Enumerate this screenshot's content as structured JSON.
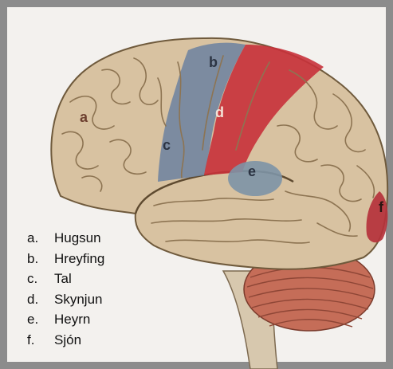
{
  "figure": {
    "region_labels": [
      {
        "letter": "a",
        "color": "#6d3f2f"
      },
      {
        "letter": "b",
        "color": "#2b3342"
      },
      {
        "letter": "c",
        "color": "#2b3342"
      },
      {
        "letter": "d",
        "color": "#f3e3d8"
      },
      {
        "letter": "e",
        "color": "#2b3342"
      },
      {
        "letter": "f",
        "color": "#2a1510"
      }
    ],
    "colors": {
      "brain": "#d8c2a1",
      "motor_band": "#7487a0",
      "sensory_band": "#c8313a",
      "hearing_area": "#7d93a6",
      "vision_area": "#b5323b",
      "cerebellum": "#c56d58",
      "brainstem": "#d7c8ae"
    }
  },
  "legend": [
    {
      "letter": "a.",
      "label": "Hugsun"
    },
    {
      "letter": "b.",
      "label": "Hreyfing"
    },
    {
      "letter": "c.",
      "label": "Tal"
    },
    {
      "letter": "d.",
      "label": "Skynjun"
    },
    {
      "letter": "e.",
      "label": "Heyrn"
    },
    {
      "letter": "f.",
      "label": "Sjón"
    }
  ]
}
